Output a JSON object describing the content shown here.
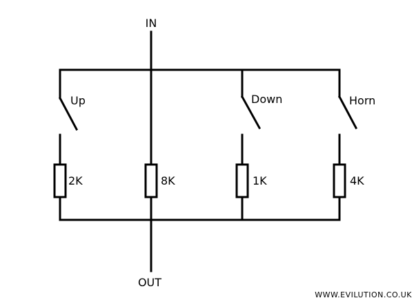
{
  "terminals": {
    "input": "IN",
    "output": "OUT"
  },
  "switches": {
    "up": "Up",
    "down": "Down",
    "horn": "Horn"
  },
  "resistors": {
    "r1": "2K",
    "r2": "8K",
    "r3": "1K",
    "r4": "4K"
  },
  "watermark": "WWW.EVILUTION.CO.UK"
}
